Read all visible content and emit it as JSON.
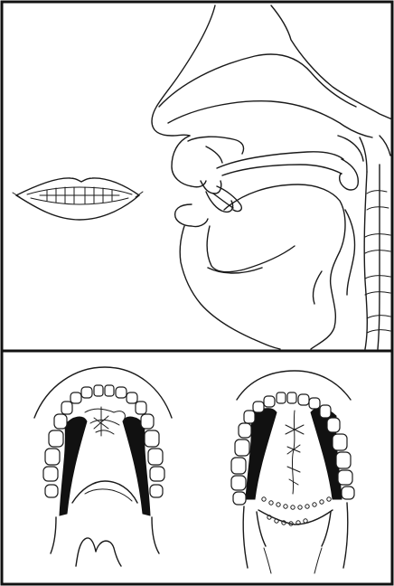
{
  "figure": {
    "panels": [
      {
        "id": "articulation-side-view",
        "contents": [
          "lips-front-view",
          "sagittal-head-section"
        ]
      },
      {
        "id": "palate-contact-views",
        "contents": [
          "upper-arch-left",
          "upper-arch-right"
        ]
      }
    ],
    "colors": {
      "ink": "#1a1a1a",
      "contact_area": "#111111",
      "background": "#ffffff"
    }
  }
}
